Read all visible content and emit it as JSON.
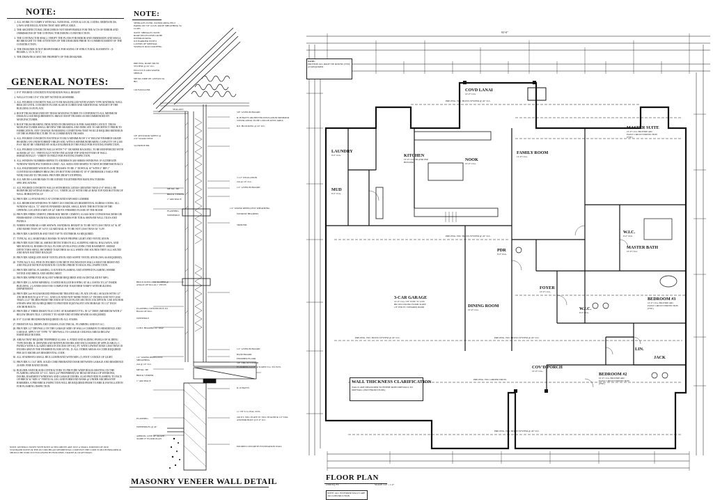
{
  "left_sheet": {
    "note_heading": "NOTE:",
    "note_items": [
      "ALL WORK TO COMPLY WITH ALL NATIONAL, STATE & LOCAL CODES, ORDINANCES, LAWS AND REGULATIONS THAT ARE APPLICABLE.",
      "THE ARCHITECTURAL DESIGNER IS NOT RESPONSIBLE FOR THE ACTS OF ERROR AND OMMISSIONS OF THE CONTRACTOR DURING CONSTRUCTION.",
      "THE CONTRACTOR SHALL VERIFY THE PLANS FOR ERROR AND OMMISSION AND SHALL BE BROUGHT TO THE ATTENTION OF THE DESIGNER PRIOR TO COMMENCEMENT OF THE CONSTRUCTION.",
      "THE DESIGNER IS NOT RESPONSIBLE FOR SIZING OF STRUCTURAL ELEMENTS - (I-BEAMS, L.V.L'S, ECT.)",
      "THE DRAWINGS ARE THE PROPERTY OF THE DESIGNER."
    ],
    "general_heading": "GENERAL NOTES:",
    "general_items": [
      "8'-0\" POURED CONCRETE FOUNDATION WALL HEIGHT",
      "WALLS TO BE 10'-0\" EXCEPT NOTED ELSEWHERE.",
      "ALL POURED CONCRETE WALLS TO BE BACKFILLED WITH SANDY TYPE MATERIAL WELL BRACED UNTIL CONCRETE FLOOR SLAB IS CURED AND ADDITIONAL WEIGHT OF THE BUILDING IS IN PLACE.",
      "ROOF TRUSS DESIGNED BY TRUSS MANUFACTURER TO CONFORM TO ALL MINIMUM DESIGN LOAD REQUIREMENTS. BRACE ROOF TRUSSES AS RECOMMENDED BY MANUFACTURER.",
      "ROOF TRUSS BEARING INDICATED ON DRAWINGS IS FOR ASSUMED LAYOUT. TRUSS MANUFACTURER SHALL REVIEW THE BEARING AND INDICATE TO ARCHITECT PRIOR TO FABRICATION, ANY CHANGE IN BEARING CONDITIONS THAT WOULD REQUIRE REDESIGN OF THE SUPERSTRUCTURE TO ACCOMMODATE TRUSSES.",
      "ALL POURED CONCRETE FOOTINGS TO BE A MINIMUM OF 3'-6\" BELOW FINISHED GRADE BEARING ON UNDISTURBED VIRGIN SOIL WITH A MINIMUM BEARING CAPACITY OF 2,500 P.S.F. MUST BE VERIFIED BY SOILS ENGINEER IN THE FIELD FOR FOOTING INSPECTION.",
      "ALL POURED CONCRETE WALLS WITH 7'-0\" OR MORE BACKFILL TO BE REINFORCED WITH #4 BARS 24\" O.C. VERTICALLY WITH ONE #4 BAR TOP AND BOTTOM OF WALL HORIZONTALLY - VERIFY IN FIELD FOR FOOTING INSPECTION.",
      "ALL WINDOW NUMBERS REFER TO ANDERSON 200 SERIES WINDOWS. IF ALTERNATE WINDOW MANUFACTURER IS USED - ALL SIZES AND SHAPES TO MATCH DIMENSIONALLY.",
      "ALL ENGINEERED WOOD FLOOR TRUSSES TO BE 1\" DOWN & 16\" WITH 2\" HIP 1\" CONTINUOUS RIBBON BRACING ON BOTTOM CHORD AT 10'-0\" (MINIMUM 2 NAILS PER WEB) NAILED TO TRUSSES. PROVIDE DRAFT STOPPING.",
      "ALL MICRO-LAM BEAMS TO BE JOINED TOGETHER PER MANUFACTURERS SPECIFICATIONS.",
      "ALL POURED CONCRETE WALLS WITH BRICK LEDGE GREATER THAN 4'-0\" SHALL BE REINFORCED WITH #5 BARS 24\" O.C. VERTICALLY WITH ONE #5 BAR TOP AND BOTTOM OF WALL HORIZONTALLY.",
      "PROVIDE 1/2 POUND FELT AT UNTREATED EXPOSED LUMBER.",
      "ALL BEDROOM WINDOWS TO MEET 2015 MICHIGAN RESIDENTIAL EGRESS CODES: ALL WINDOW SILLS, 72\" ABOVE FINISHED GRADE, SHALL HAVE THE BOTTOM OF THE OPENING LOCATED A MIN OF 24\" ABOVE FINISHED FLOOR OF THE ROOM.",
      "PROVIDE FIBER CEMENT, FIBER-MAT REINF. CEMENT, GLASS MAT GYPSUM BACKERS OR FIBER-REINF. GYPSUM BACKERS AS BACKERS FOR TUB & SHOWER WALL TILES AND PANELS.",
      "WHERE HANDRAILS ARE SHOWN, HANDRAIL HEIGHT IS TO BE NOT LESS THAN 34\" & 38\" AND MORE THAN 38\" A.F.F. GUARD RAIL IS TO BE NOT LESS THAN 36\" A.F.F.",
      "PROVIDE A BATHTUB AND TEST TAP TO EXTERIOR AS REQUIRED.",
      "TYPICAL ALL HABITABLE ROOMS TO HAVE PROPER LIGHT AND VENTILATION.",
      "PROVIDE ELECTRICAL SMOKE DETECTORS IN ALL SLEEPING AREAS, HALLWAYS, AND MECHANICAL ROOMS ON ALL FLOOR LEVELS INCLUDING THE BASEMENT. SMOKE DETECTORS SHALL BE WIRED TOGETHER AS ALL WHEN ONE SOUNDS THEY ALL SOUND AND HAVE BATTERY BACKUP.",
      "PROVIDE ADEQUATE ROOF VENTILATION AND SOFFIT VENTILATION (50% AS REQUIRED).",
      "TYPICALLY ALL PINE IN POURED CONCRETE FOUNDATION WALLS MUST BE REMOVED AND FILLED WITH FOUNDATION COATING PRIOR TO BACK FILL INSPECTION.",
      "PROVIDE METAL FLASHING, COUNTER FLASHING AND STEPPED FLASHING WHERE NOTED AND BRICK AND SIDING MEET.",
      "PROVIDE APPROVED SEALANT WHERE REQUIRED AND AS DETAILED BY MFG.",
      "PROVIDE 2 LAYER MINERAL COATED ROLLED ROOFING AT ALL EAVES TO 24\" INSIDE BUILDING. 2 LAYERS MUST BE COMPLETED TOGETHER VERIFY WITH BUILDING DEPARTMENT.",
      "PROVIDE 2x6 WOLMANIZED PRESSURE TREATED SILL PLATE ON SILL SEALER WITH 1/2\" ANCHOR BOLTS @ 6'-0\" O.C. AND LOCATED NOT MORE THAN 12\" INCHES AND NOT LESS THAN 4 1/2\" INCHES FROM THE ENDS OF EACH PLATE SECTION. EXCEPTION: USE ANCHOR STRAPS SPACED AS REQUIRED TO PROVIDE EQUIVALENT ANCHORAGE TO 1/2\" INCH ANCHOR BOLTS.",
      "PROVIDE 4\" FIBER DRAIN TILE CONT. AT BASEMENT FTG. IN 12\" DEEP, (MINIMUM WITH 2\" BELOW DRAIN TILE. CONNECT TO SUMP AND STORM SEWER AS REQUIRED.",
      "8'-0\" CLEAR HEADROOM REQUIRED ON ALL STAIRS.",
      "FIRESTOP ALL DROPS AND CHASES, ELECTRICAL, PLUMBING AND H.V.A.C.",
      "PROVIDE 1/2\" DRYWALL ON THE GARAGE SIDE OF WALLS COMMON TO RESIDENCE AND GARAGE. APPLY 5/8\" TYPE \"X\" DRYWALL TO GARAGE CEILINGS AREAS BELOW HABITABLE ROOMS.",
      "AREAS THAT REQUIRE TEMPERED GLASS: A. FIXED AND SLIDING PANELS OF SLIDING TYPE DOORS. B. SHOWER AND BATHTUB DOORS AND ENCLOSURES (IF APPLICABLE). C. PANELS WITH A GLAZED AREA IN EXCESS OF 9 SQ. FT. WITH LOWEST EDGE LESS THAN 18 INCHES ABOVE THE FINISHED FLOOR LEVEL. D. ALL OTHER AREAS AS CODE REQUIRED PER 2015 MICHIGAN RESIDENTIAL CODE.",
      "ALL STAIRWAYS SHALL BE ILLUMINATED WITH MIN. (1) FOOT CANDLE OF LIGHT.",
      "PROVIDE A 1 3/4\" MIN. SOLID CORE FIRERATED DOOR BETWEEN GARAGE AND RESIDENCE 20 MIN. FIRE RATED DOOR.",
      "BUILDER AND/OR SUB-CONTRACTORS TO PROVIDE WEEP HOLES RESTING ON THE FLASHING SPACED 33\" O.C. MAX (24\" PREFERRED) AT HEAD DETAILS OF WINDOWS, DOORS, BASEMENT WINDOWS AND GARAGE DOORS. ALSO PROVIDE FLASHING TO FACE OF BRICK W/ MIN. 6\" VERTICAL LEG AND FORM END DAMS @ UNDER ARCHES/STEP BARRIERS. A PRE-BRICK INSPECTION WILL BE REQUIRED PRIOR TO BRICK INSTALLATION FOR FLASHING INSPECTION."
    ],
    "footnote": "NOTE: GENERAL NOTES WITH NOTE ACTED ABOVE ARE JUST A SMALL PORTION OF OUR STANDARD NOTES & THE 2015 MICHIGAN RESIDENTIAL CODE BUT THE CODE IS MUCH BROADER & SHOULD BE STRICTLY FOLLOWED BY BUILDERS, TRADES & CRAFTSMAN.",
    "detail_note_heading": "NOTE:",
    "detail_note_text": "SHINGLES OVER 15# BUILDING FELT PAPER ON 7/8\" O.S.B. ROOF SHEATHING W/ CLIPS",
    "detail_callouts": [
      "NOTE: SHINGLES NOTE: ROOF PITCH STEPS OR BE INTERLOCKING",
      "ICE BARRIER WITH 2 LAYERS OF MINERAL SURFACE ROLL ROOFING",
      "PRE-ENG. ROOF TRUSS SYSTEM @ 24\" O.C.",
      "FULLY ICE AND WATER SHIELD",
      "METAL DRIP ON 1x8 FASCIA BD.",
      "1x6 FASCIA BD.",
      "SEALANT",
      "5/8\" GYPSUM BOARD",
      "R-38 BATTS OR BETTER INSULATION MINIMUM VENTILATION TO BE 1/300 OF ATTIC AREA",
      "R.E. BLOCKING @ 24\" O.C.",
      "5/8\" PLYWOOD SOFFIT @ 2'-0\" WOOD VENT",
      "3/4 FRIEZE BD.",
      "3 1/2\" INSULATION",
      "2x4 @ 16\" O.C.",
      "1/2\" GYPSUM BOARD",
      "METAL TIE",
      "BRICK VENEER",
      "1\" AIR SPACE",
      "1/2\" WATER REPELLENT SHEATHING",
      "FLASHING",
      "WEEPHOLE",
      "WINDOW HEADERS",
      "TRIM BD.",
      "BRICK ROWLOCK SLOPED @ ANGLE OF SILL & 1\" PITCH",
      "FLASHING CONTINUOUS TO BACK OF SILL",
      "WEEPHOLE",
      "CONT. BEARING W/ WAP",
      "1/2\" GYPSUM BOARD",
      "BASE BOARD",
      "FINISHED FLOOR",
      "5/8\" T&G PLYWOOD",
      "FLOORING GLUE & SCREW T.G. TO JSTS.",
      "R-19 BATTS",
      "1/2\" WATER REPELLENT SHEATHING",
      "2x4 @ 16\" O.C.",
      "METAL TIE",
      "BRICK VENEER",
      "1\" AIR SPACE",
      "11 7/8\" T.J.I. FLR. JSTS.",
      "2x6 P.T. SILL PLATE W/ SILL SEALER & 1/2\" DIA. ANCHOR BOLT @ 6'-0\" O.C.",
      "FLASHING",
      "WEEPHOLES @ 24\"",
      "APPROX. LINE OF GRADE - SLOPE 6\" FLOOR PLAN",
      "POURED CONCRETE FOUNDATION WALL"
    ],
    "detail_title": "MASONRY VENEER WALL DETAIL"
  },
  "right_sheet": {
    "rooms": [
      {
        "name": "COVD LANAI",
        "sub": "10'-0\" CLG."
      },
      {
        "name": "LAUNDRY",
        "sub": "9'-0\" CLG."
      },
      {
        "name": "KITCHEN",
        "sub": "10'-0\" CLG. ISLAND PER BUILDER"
      },
      {
        "name": "NOOK",
        "sub": "10'-0\" CLG."
      },
      {
        "name": "FAMILY ROOM",
        "sub": "12'-0\" CLG."
      },
      {
        "name": "MASTER SUITE",
        "sub": "10'-0\" CLG. PROVIDE ARC FAULT CIRCUIT PROTECTION (TYP.)"
      },
      {
        "name": "MUD",
        "sub": "9'-0\" CLG."
      },
      {
        "name": "W.I.C.",
        "sub": "9'-0\" CLG."
      },
      {
        "name": "PDR",
        "sub": "9'-0\" CLG."
      },
      {
        "name": "MASTER BATH",
        "sub": "10'-0\" CLG."
      },
      {
        "name": "3-CAR GARAGE",
        "sub": "10'-0\" CLG. 5/8\" TYPE \"X\" GYP. BD. ON CEILING FLOOR SLOPE 1/8\" PER FT. TOWARDS DOOR"
      },
      {
        "name": "DINING ROOM",
        "sub": "10'-0\" CLG."
      },
      {
        "name": "FOYER",
        "sub": "10'-0\" CLG."
      },
      {
        "name": "W.I.C.",
        "sub": "9'-0\" CLG."
      },
      {
        "name": "BEDROOM #3",
        "sub": "10'-0\" CLG. PROVIDE ARC FAULT CIRCUIT PROTECTION (TYP.)"
      },
      {
        "name": "LIN.",
        "sub": ""
      },
      {
        "name": "JACK",
        "sub": ""
      },
      {
        "name": "COV'D PORCH",
        "sub": "10'-0\" CLG."
      },
      {
        "name": "BEDROOM #2",
        "sub": "10'-0\" CLG. PROVIDE ARC FAULT CIRCUIT PROTECTION (TYP.)"
      }
    ],
    "framing_notes": [
      "PRE-ENG. WD. TRUSS SYSTEM @ 24\" O.C.",
      "PRE-ENG. WD. TRUSS SYSTEM @ 24\" O.C.",
      "PRE-ENG. WD. TRUSS SYSTEM @ 24\" O.C.",
      "PRE-ENG. WD. TRUSS SYSTEM @ 24\" O.C.",
      "PRE-ENG. WD. GIRDER TRUSS",
      "PRE-ENG. WD. TRUSS SYSTEM @ 24\" O.C."
    ],
    "note_box_title": "NOTE:",
    "note_box_text": "PROVIDE ALL ROOF TIE DOWNS (TYP.) AS REQUIRED",
    "wall_thickness_title": "WALL THICKNESS CLARIFICATION",
    "wall_thickness_text": "WALLS ARE MEASURED TO FINISH SIDES DRYWALL TO DRYWALL (NOT FROM STUDS)",
    "overall_width": "93'-0\"",
    "plan_title": "FLOOR PLAN",
    "sq_ft": "2,596 SQ. FT.",
    "scale": "SCALE: 1/4\" = 1'-0\"",
    "exterior_walls_note": "NOTE: ALL EXTERIOR WALLS ARE 2x6 CONSTRUCTION"
  }
}
